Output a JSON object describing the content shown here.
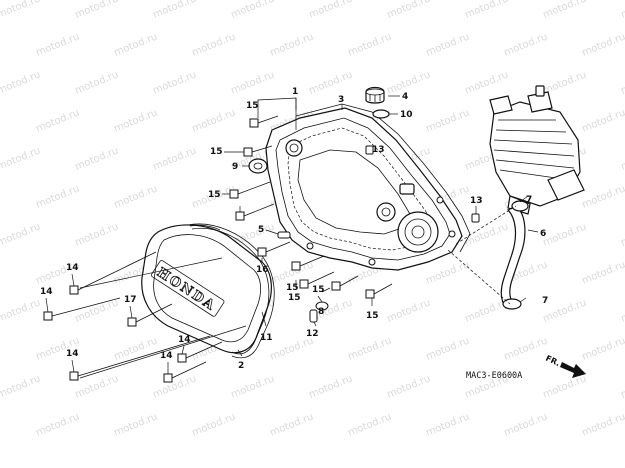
{
  "watermark": "motod.ru",
  "brand_text": "HONDA",
  "diagram_code": "MAC3-E0600A",
  "direction_label": "FR.",
  "callouts": [
    {
      "id": "c1",
      "text": "1"
    },
    {
      "id": "c2",
      "text": "2"
    },
    {
      "id": "c3",
      "text": "3"
    },
    {
      "id": "c4",
      "text": "4"
    },
    {
      "id": "c5",
      "text": "5"
    },
    {
      "id": "c6",
      "text": "6"
    },
    {
      "id": "c7a",
      "text": "7"
    },
    {
      "id": "c7b",
      "text": "7"
    },
    {
      "id": "c8",
      "text": "8"
    },
    {
      "id": "c9",
      "text": "9"
    },
    {
      "id": "c10",
      "text": "10"
    },
    {
      "id": "c11",
      "text": "11"
    },
    {
      "id": "c12",
      "text": "12"
    },
    {
      "id": "c13a",
      "text": "13"
    },
    {
      "id": "c13b",
      "text": "13"
    },
    {
      "id": "c14a",
      "text": "14"
    },
    {
      "id": "c14b",
      "text": "14"
    },
    {
      "id": "c14c",
      "text": "14"
    },
    {
      "id": "c14d",
      "text": "14"
    },
    {
      "id": "c14e",
      "text": "14"
    },
    {
      "id": "c15a",
      "text": "15"
    },
    {
      "id": "c15b",
      "text": "15"
    },
    {
      "id": "c15c",
      "text": "15"
    },
    {
      "id": "c15d",
      "text": "15"
    },
    {
      "id": "c15e",
      "text": "15"
    },
    {
      "id": "c15f",
      "text": "15"
    },
    {
      "id": "c15g",
      "text": "15"
    },
    {
      "id": "c16",
      "text": "16"
    },
    {
      "id": "c17",
      "text": "17"
    }
  ]
}
